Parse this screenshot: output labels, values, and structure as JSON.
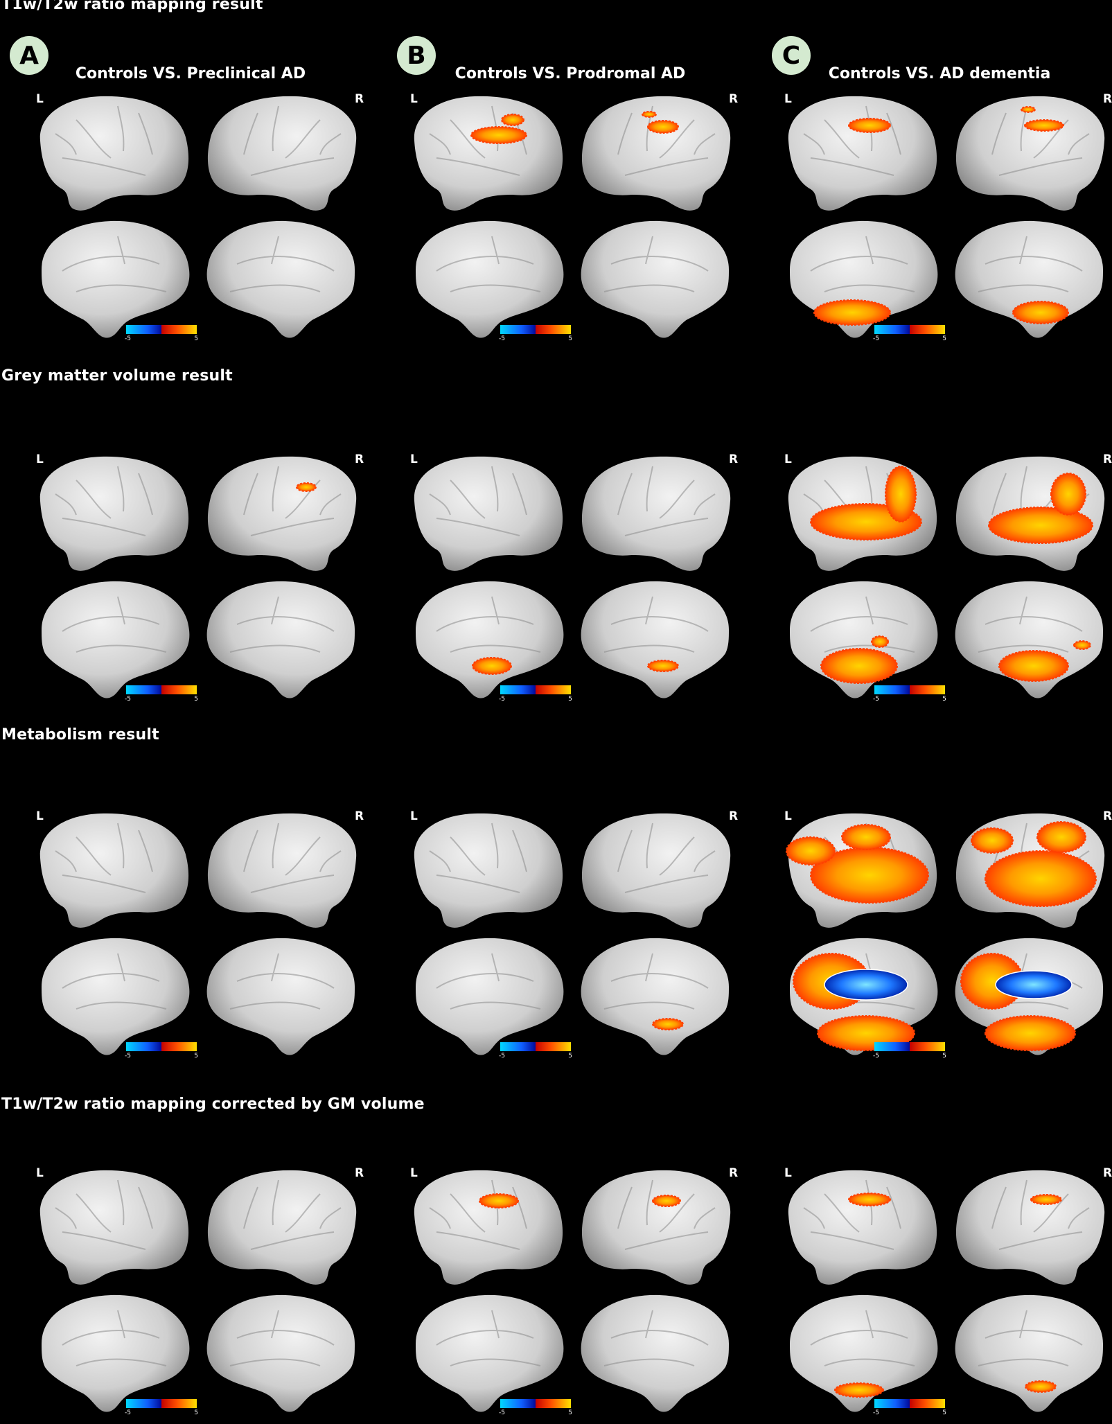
{
  "sections": [
    {
      "title": "T1w/T2w ratio mapping result"
    },
    {
      "title": "Grey matter volume result"
    },
    {
      "title": "Metabolism result"
    },
    {
      "title": "T1w/T2w ratio mapping corrected by GM volume"
    }
  ],
  "columns": [
    {
      "badge": "A",
      "title": "Controls VS. Preclinical AD"
    },
    {
      "badge": "B",
      "title": "Controls VS. Prodromal AD"
    },
    {
      "badge": "C",
      "title": "Controls VS. AD dementia"
    }
  ],
  "hemisphere_labels": {
    "left": "L",
    "right": "R"
  },
  "colorbar": {
    "min": "-5",
    "max": "5"
  },
  "colors": {
    "background": "#000000",
    "brain": "#cfcfcf",
    "positive": "#ff4000",
    "high": "#ffd400",
    "negative": "#1e78ff",
    "badge": "#d4ead0"
  }
}
